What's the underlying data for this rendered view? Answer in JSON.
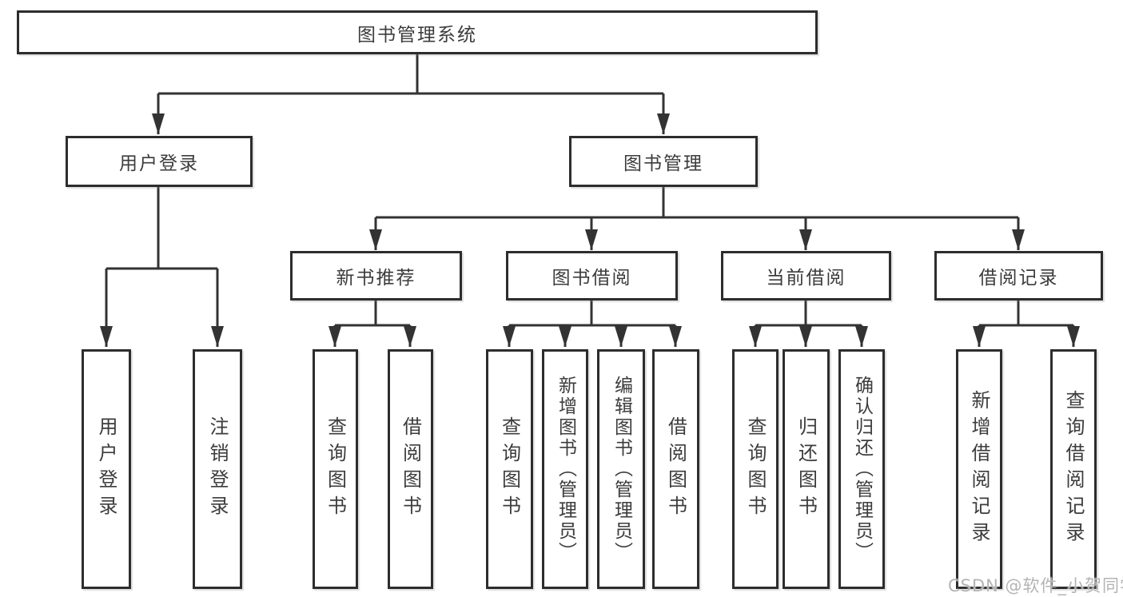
{
  "colors": {
    "line": "#333333",
    "box_border": "#2d2d2d",
    "text": "#3c3c3c",
    "watermark_text": "#b5b4b4",
    "background": "#ffffff"
  },
  "root": {
    "label": "图书管理系统"
  },
  "branches": {
    "user_login": {
      "label": "用户登录",
      "children": {
        "login": {
          "label": "用户登录"
        },
        "logout": {
          "label": "注销登录"
        }
      }
    },
    "book_mgmt": {
      "label": "图书管理",
      "sections": {
        "new_book": {
          "label": "新书推荐",
          "children": {
            "query": {
              "label": "查询图书"
            },
            "borrow": {
              "label": "借阅图书"
            }
          }
        },
        "borrowing": {
          "label": "图书借阅",
          "children": {
            "query": {
              "label": "查询图书"
            },
            "add": {
              "label": "新增图书（管理员）"
            },
            "edit": {
              "label": "编辑图书（管理员）"
            },
            "borrow": {
              "label": "借阅图书"
            }
          }
        },
        "current": {
          "label": "当前借阅",
          "children": {
            "query": {
              "label": "查询图书"
            },
            "return": {
              "label": "归还图书"
            },
            "confirm": {
              "label": "确认归还（管理员）"
            }
          }
        },
        "records": {
          "label": "借阅记录",
          "children": {
            "add": {
              "label": "新增借阅记录"
            },
            "query": {
              "label": "查询借阅记录"
            }
          }
        }
      }
    }
  },
  "watermark": {
    "text": "CSDN @软件_小贺同学"
  }
}
